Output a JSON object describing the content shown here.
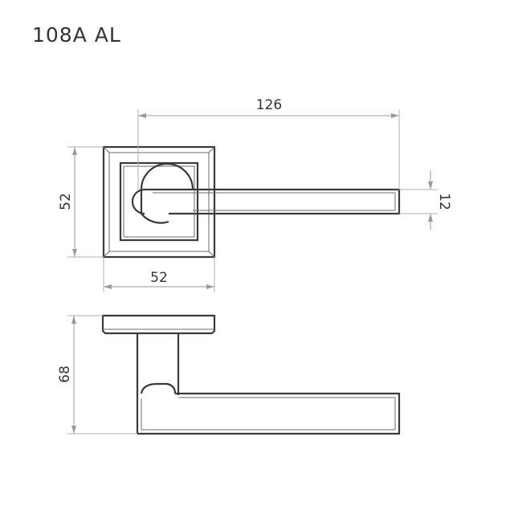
{
  "title": "108A  AL",
  "dimensions": {
    "lever_length": "126",
    "rosette_height": "52",
    "rosette_width": "52",
    "lever_thickness": "12",
    "total_depth": "68"
  },
  "colors": {
    "outline": "#3a3a3a",
    "dimension_line": "#9a9a9a",
    "text": "#333333"
  }
}
